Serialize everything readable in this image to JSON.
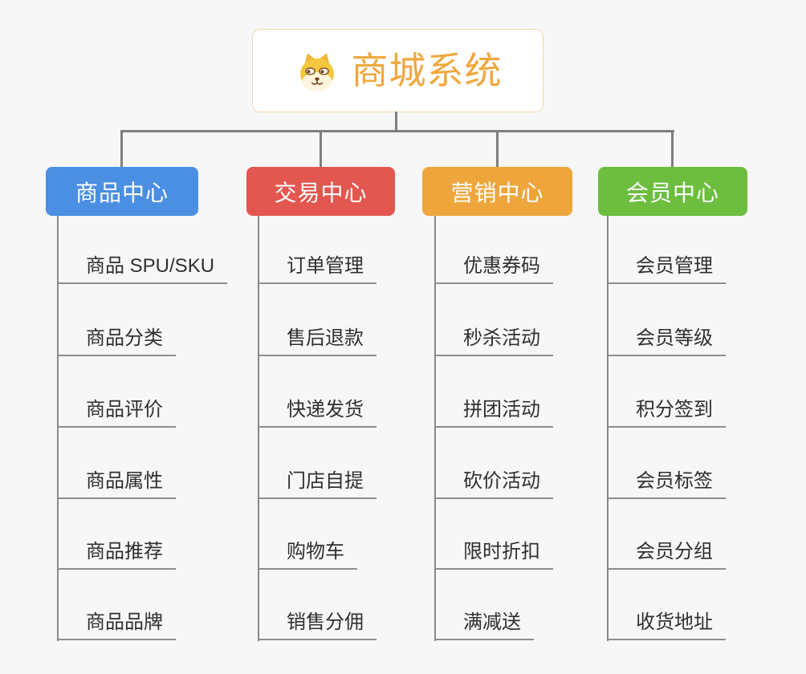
{
  "canvas": {
    "background": "#f7f7f7",
    "connector_color": "#7e7e7e",
    "leaf_line_color": "#8e8e8e",
    "leaf_text_color": "#2f2f2f"
  },
  "root": {
    "title": "商城系统",
    "icon": "dog-face-icon",
    "text_color": "#f0a73e",
    "border_color": "#f0b35e"
  },
  "branches": [
    {
      "label": "商品中心",
      "color": "#4a8fe2",
      "items": [
        "商品 SPU/SKU",
        "商品分类",
        "商品评价",
        "商品属性",
        "商品推荐",
        "商品品牌"
      ]
    },
    {
      "label": "交易中心",
      "color": "#e25750",
      "items": [
        "订单管理",
        "售后退款",
        "快递发货",
        "门店自提",
        "购物车",
        "销售分佣"
      ]
    },
    {
      "label": "营销中心",
      "color": "#eea63c",
      "items": [
        "优惠券码",
        "秒杀活动",
        "拼团活动",
        "砍价活动",
        "限时折扣",
        "满减送"
      ]
    },
    {
      "label": "会员中心",
      "color": "#6dbe3f",
      "items": [
        "会员管理",
        "会员等级",
        "积分签到",
        "会员标签",
        "会员分组",
        "收货地址"
      ]
    }
  ]
}
